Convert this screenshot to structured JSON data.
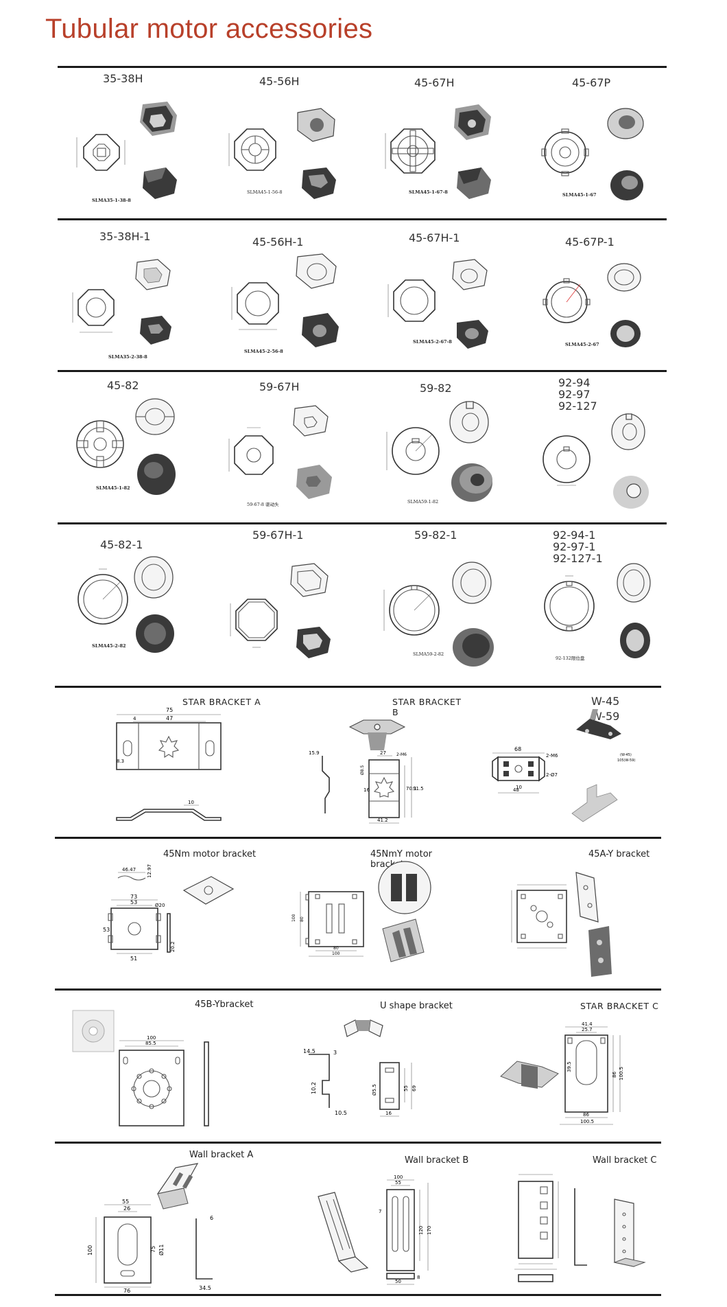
{
  "page": {
    "title": "Tubular motor accessories"
  },
  "row1": [
    {
      "label": "35-38H",
      "code": "SLMA35-1-38-8"
    },
    {
      "label": "45-56H",
      "code": "SLMA45-1-56-8"
    },
    {
      "label": "45-67H",
      "code": "SLMA45-1-67-8"
    },
    {
      "label": "45-67P",
      "code": "SLMA45-1-67"
    }
  ],
  "row2": [
    {
      "label": "35-38H-1",
      "code": "SLMA35-2-38-8"
    },
    {
      "label": "45-56H-1",
      "code": "SLMA45-2-56-8"
    },
    {
      "label": "45-67H-1",
      "code": "SLMA45-2-67-8"
    },
    {
      "label": "45-67P-1",
      "code": "SLMA45-2-67"
    }
  ],
  "row3": [
    {
      "label": "45-82",
      "code": "SLMA45-1-82"
    },
    {
      "label": "59-67H",
      "code": "59-67-8 驱动头"
    },
    {
      "label": "59-82",
      "code": "SLMA59-1-82"
    },
    {
      "label_lines": [
        "92-94",
        "92-97",
        "92-127"
      ],
      "code": ""
    }
  ],
  "row4": [
    {
      "label": "45-82-1",
      "code": "SLMA45-2-82"
    },
    {
      "label": "59-67H-1",
      "code": ""
    },
    {
      "label": "59-82-1",
      "code": "SLMA59-2-82"
    },
    {
      "label_lines": [
        "92-94-1",
        "92-97-1",
        "92-127-1"
      ],
      "code": "92-132限位盘"
    }
  ],
  "row5": [
    {
      "label": "STAR BRACKET A"
    },
    {
      "label": "STAR BRACKET B"
    },
    {
      "label_lines": [
        "W-45",
        "W-59"
      ]
    }
  ],
  "row6": [
    {
      "label": "45Nm motor bracket"
    },
    {
      "label": "45NmY motor bracket"
    },
    {
      "label": "45A-Y bracket"
    }
  ],
  "row7": [
    {
      "label": "45B-Ybracket"
    },
    {
      "label": "U shape bracket"
    },
    {
      "label": "STAR BRACKET C"
    }
  ],
  "row8": [
    {
      "label": "Wall bracket A"
    },
    {
      "label": "Wall bracket B"
    },
    {
      "label": "Wall bracket C"
    }
  ],
  "dims": {
    "sba": [
      "75",
      "47",
      "4",
      "8.3",
      "10"
    ],
    "sbb": [
      "15.9",
      "27",
      "2-M6",
      "Ø8.5",
      "16",
      "70.1",
      "91.5",
      "41.2"
    ],
    "w45": [
      "68",
      "2-M6",
      "2-Ø7",
      "10",
      "48",
      "(W-45)",
      "105(W-59)"
    ],
    "nm": [
      "46.47",
      "12.97",
      "73",
      "53",
      "Ø20",
      "53",
      "51",
      "20.2"
    ],
    "nmy": [
      "100",
      "80",
      "80",
      "100"
    ],
    "by": [
      "100",
      "85.5"
    ],
    "u": [
      "14.5",
      "3",
      "10.2",
      "Ø5.5",
      "55",
      "69",
      "10.5",
      "16"
    ],
    "sbc": [
      "41.4",
      "25.7",
      "39.5",
      "86",
      "100.5",
      "86",
      "100.5"
    ],
    "wa": [
      "55",
      "26",
      "100",
      "75",
      "Ø11",
      "76",
      "6",
      "34.5"
    ],
    "wb": [
      "100",
      "55",
      "7",
      "120",
      "170",
      "50",
      "8"
    ]
  },
  "colors": {
    "title": "#b8402a",
    "rule": "#1a1a1a"
  }
}
